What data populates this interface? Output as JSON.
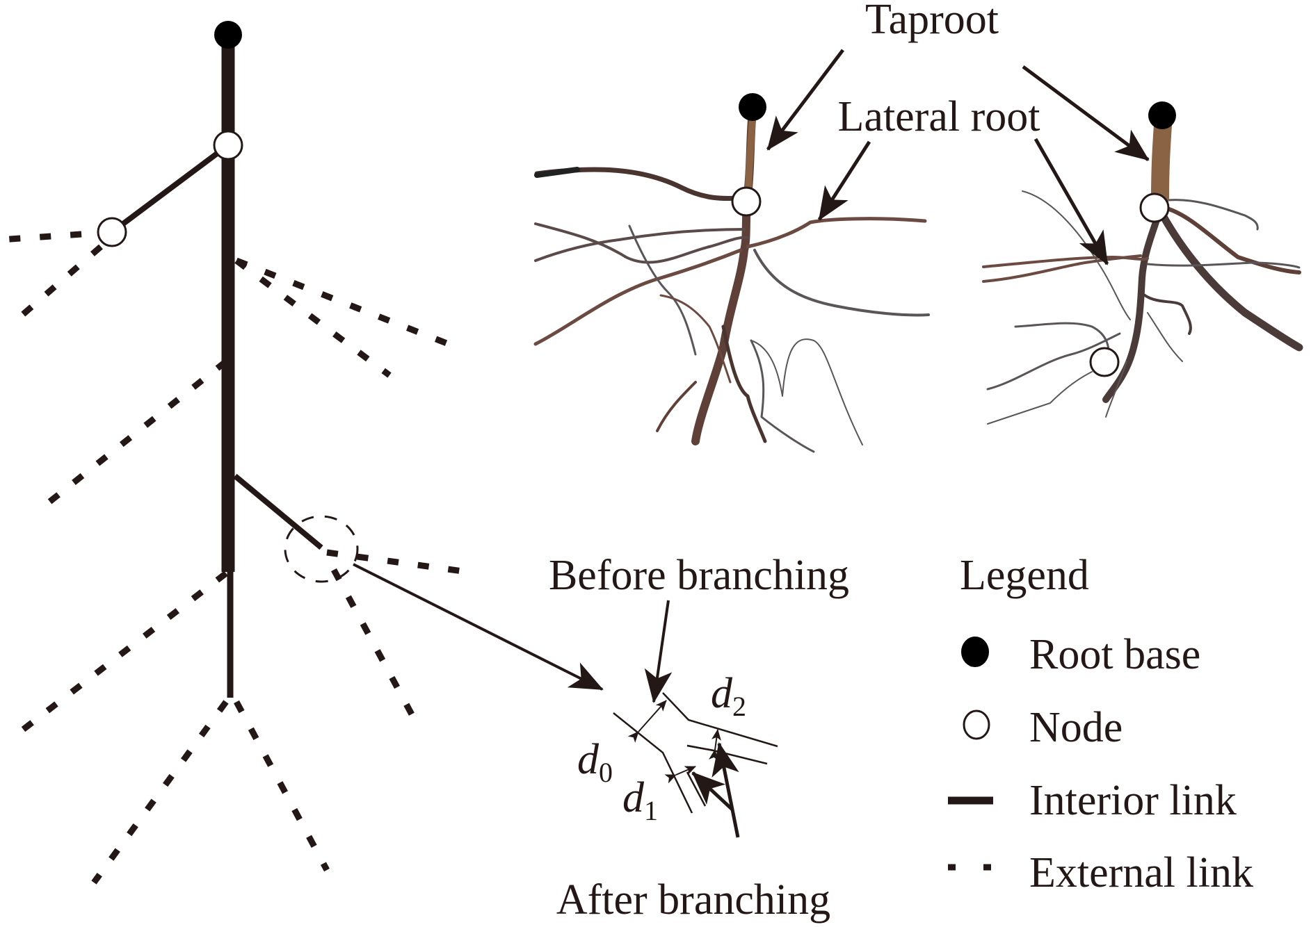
{
  "figure": {
    "colors": {
      "ink": "#231815",
      "root_dark": "#4a3430",
      "root_mid": "#6b4a42",
      "root_grey": "#5a5558",
      "taproot_bark": "#8a6244",
      "background": "#ffffff"
    },
    "photo_labels": {
      "taproot": "Taproot",
      "lateral_root": "Lateral root"
    },
    "branching_detail": {
      "before": "Before branching",
      "after": "After branching",
      "diameters": [
        {
          "symbol": "d",
          "subscript": "0"
        },
        {
          "symbol": "d",
          "subscript": "1"
        },
        {
          "symbol": "d",
          "subscript": "2"
        }
      ]
    },
    "legend": {
      "title": "Legend",
      "items": [
        {
          "symbol": "filled-circle",
          "label": "Root base"
        },
        {
          "symbol": "open-circle",
          "label": "Node"
        },
        {
          "symbol": "solid-line",
          "label": "Interior link"
        },
        {
          "symbol": "dashed-line",
          "label": "External link"
        }
      ]
    }
  }
}
